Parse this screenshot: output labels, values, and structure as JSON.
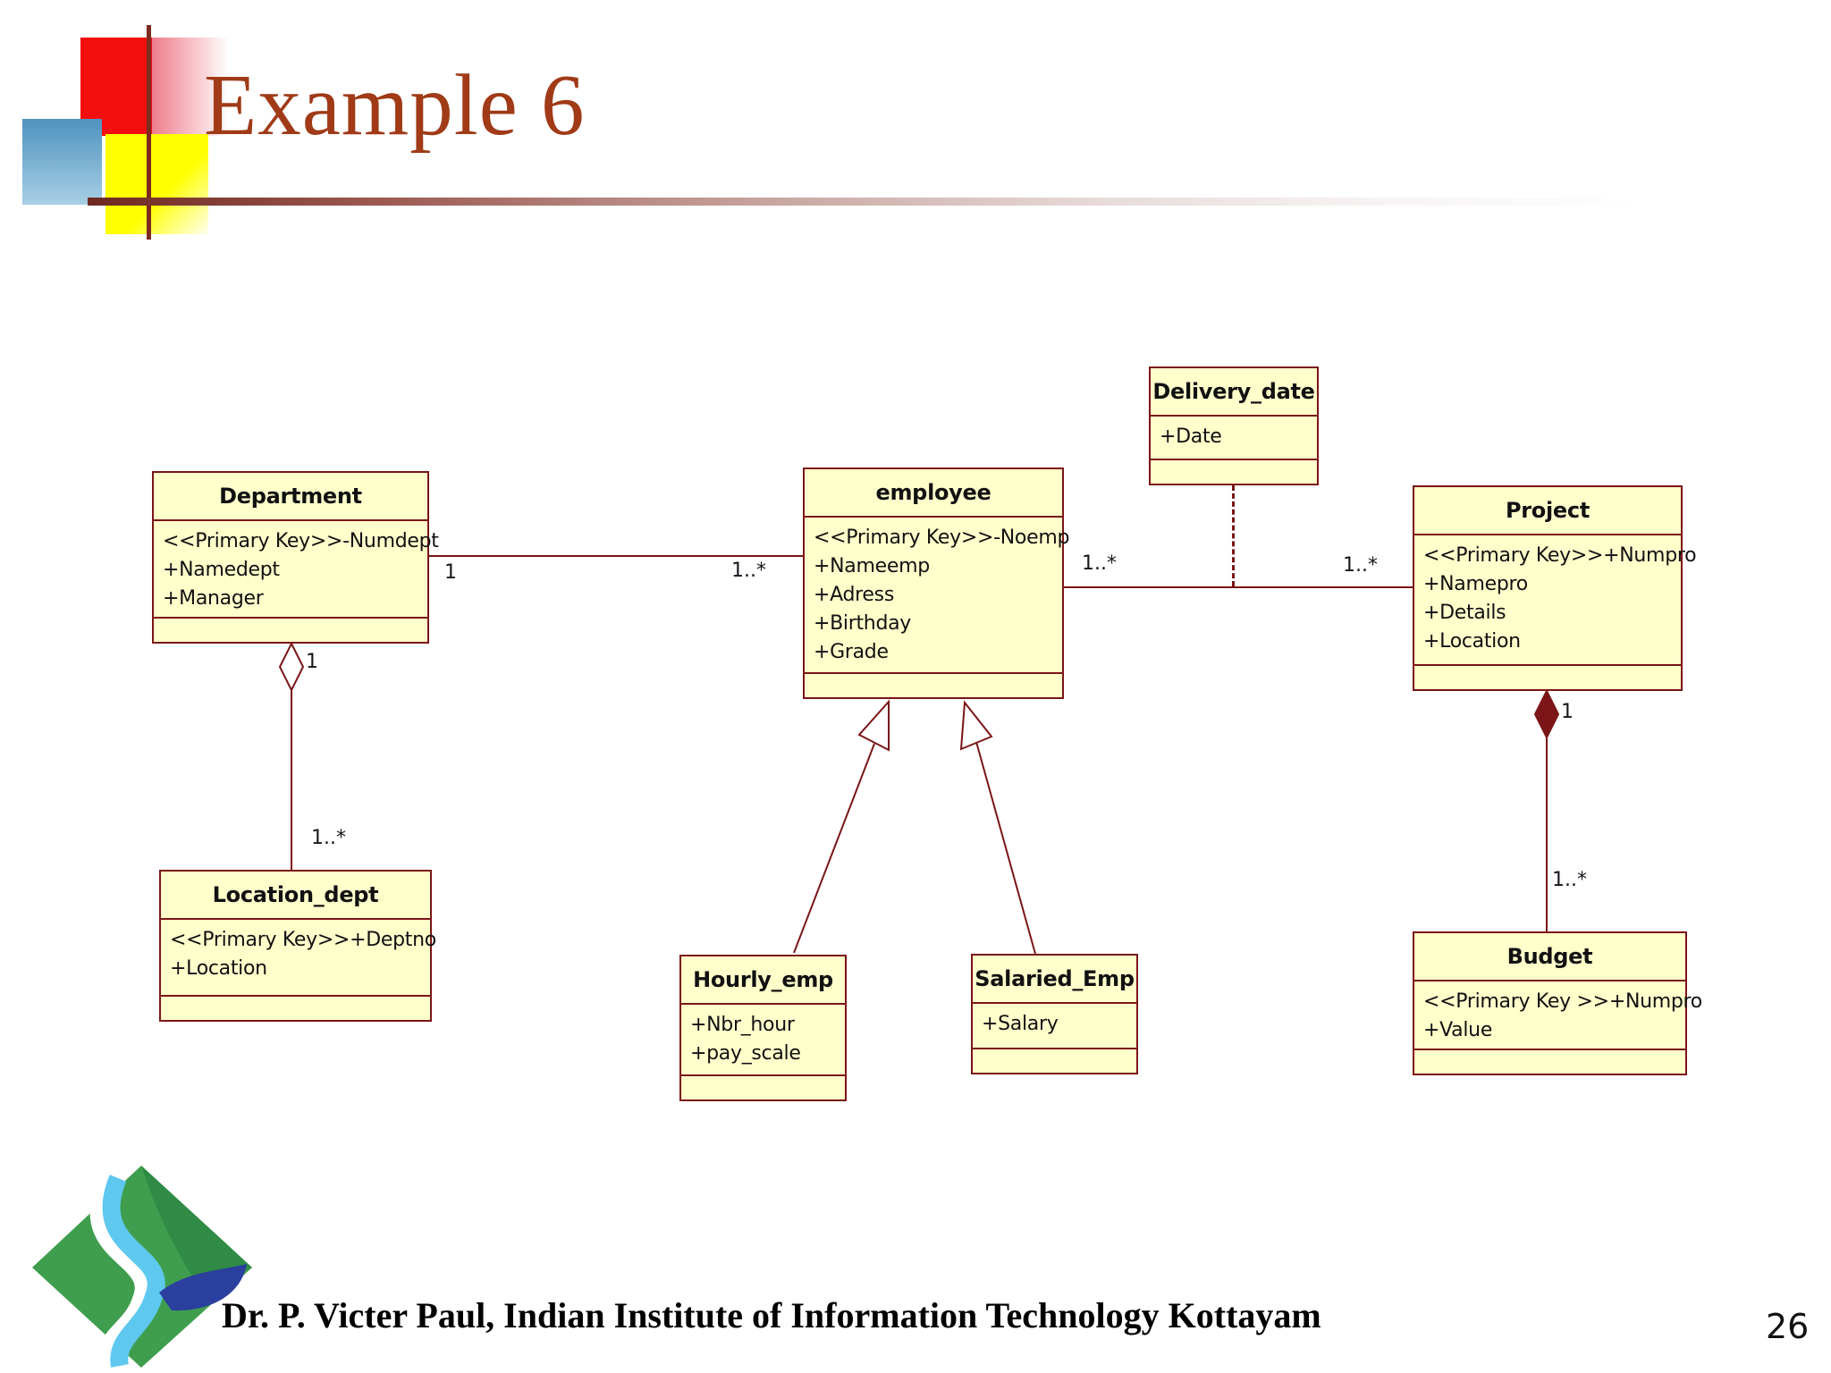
{
  "slide": {
    "title": "Example 6",
    "footer": "Dr. P. Victer Paul, Indian Institute of Information Technology Kottayam",
    "page_number": "26"
  },
  "colors": {
    "box_fill": "#ffffcc",
    "box_border": "#7b1517",
    "title_color": "#a03a17"
  },
  "classes": [
    {
      "name": "Department",
      "attributes": [
        "<<Primary Key>>-Numdept",
        "+Namedept",
        "+Manager"
      ]
    },
    {
      "name": "employee",
      "attributes": [
        "<<Primary Key>>-Noemp",
        "+Nameemp",
        "+Adress",
        "+Birthday",
        "+Grade"
      ]
    },
    {
      "name": "Delivery_date",
      "attributes": [
        "+Date"
      ]
    },
    {
      "name": "Project",
      "attributes": [
        "<<Primary Key>>+Numpro",
        "+Namepro",
        "+Details",
        "+Location"
      ]
    },
    {
      "name": "Location_dept",
      "attributes": [
        "<<Primary Key>>+Deptno",
        "+Location"
      ]
    },
    {
      "name": "Hourly_emp",
      "attributes": [
        "+Nbr_hour",
        "+pay_scale"
      ]
    },
    {
      "name": "Salaried_Emp",
      "attributes": [
        "+Salary"
      ]
    },
    {
      "name": "Budget",
      "attributes": [
        "<<Primary Key >>+Numpro",
        "+Value"
      ]
    }
  ],
  "multiplicities": {
    "dept_emp_one": "1",
    "dept_emp_many": "1..*",
    "emp_proj_left": "1..*",
    "emp_proj_right": "1..*",
    "dept_loc_one": "1",
    "dept_loc_many": "1..*",
    "proj_budget_one": "1",
    "proj_budget_many": "1..*"
  }
}
